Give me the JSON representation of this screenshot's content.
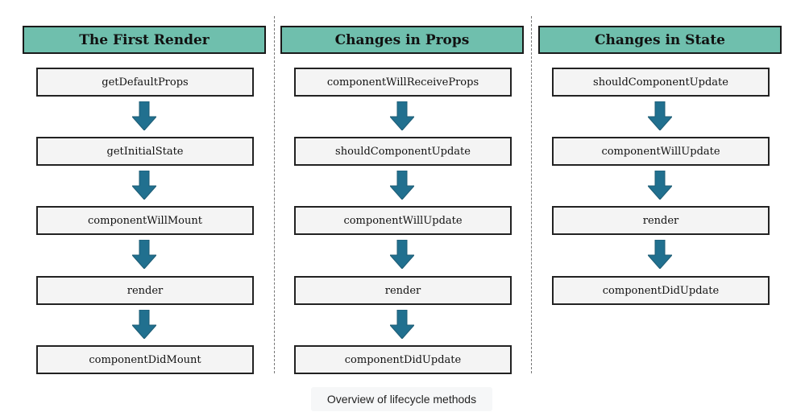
{
  "columns": [
    {
      "title": "The First Render",
      "steps": [
        "getDefaultProps",
        "getInitialState",
        "componentWillMount",
        "render",
        "componentDidMount"
      ]
    },
    {
      "title": "Changes in Props",
      "steps": [
        "componentWillReceiveProps",
        "shouldComponentUpdate",
        "componentWillUpdate",
        "render",
        "componentDidUpdate"
      ]
    },
    {
      "title": "Changes in State",
      "steps": [
        "shouldComponentUpdate",
        "componentWillUpdate",
        "render",
        "componentDidUpdate"
      ]
    }
  ],
  "caption": "Overview of lifecycle methods",
  "colors": {
    "header_fill": "#6fbfad",
    "step_fill": "#f4f4f4",
    "arrow_fill": "#21708f"
  },
  "icons": {
    "flow_arrow": "down-arrow-icon"
  }
}
